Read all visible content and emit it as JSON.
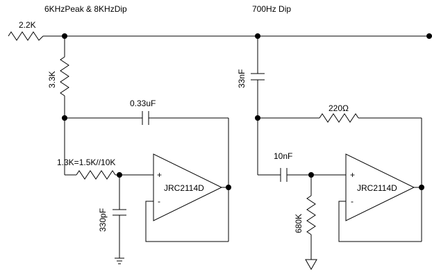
{
  "sections": {
    "left_title": "6KHzPeak & 8KHzDip",
    "right_title": "700Hz Dip"
  },
  "components": {
    "r_input": "2.2K",
    "r_3k3": "3.3K",
    "c_033": "0.33uF",
    "r_1k3": "1.3K=1.5K//10K",
    "c_330p": "330pF",
    "opamp_left": "JRC2114D",
    "c_33n": "33nF",
    "r_220": "220Ω",
    "c_10n": "10nF",
    "r_680k": "680K",
    "opamp_right": "JRC2114D"
  },
  "opamp_pins": {
    "plus": "+",
    "minus": "-"
  },
  "symbols": {
    "ground_left": "ground-icon",
    "ground_right": "ground-triangle-icon"
  }
}
